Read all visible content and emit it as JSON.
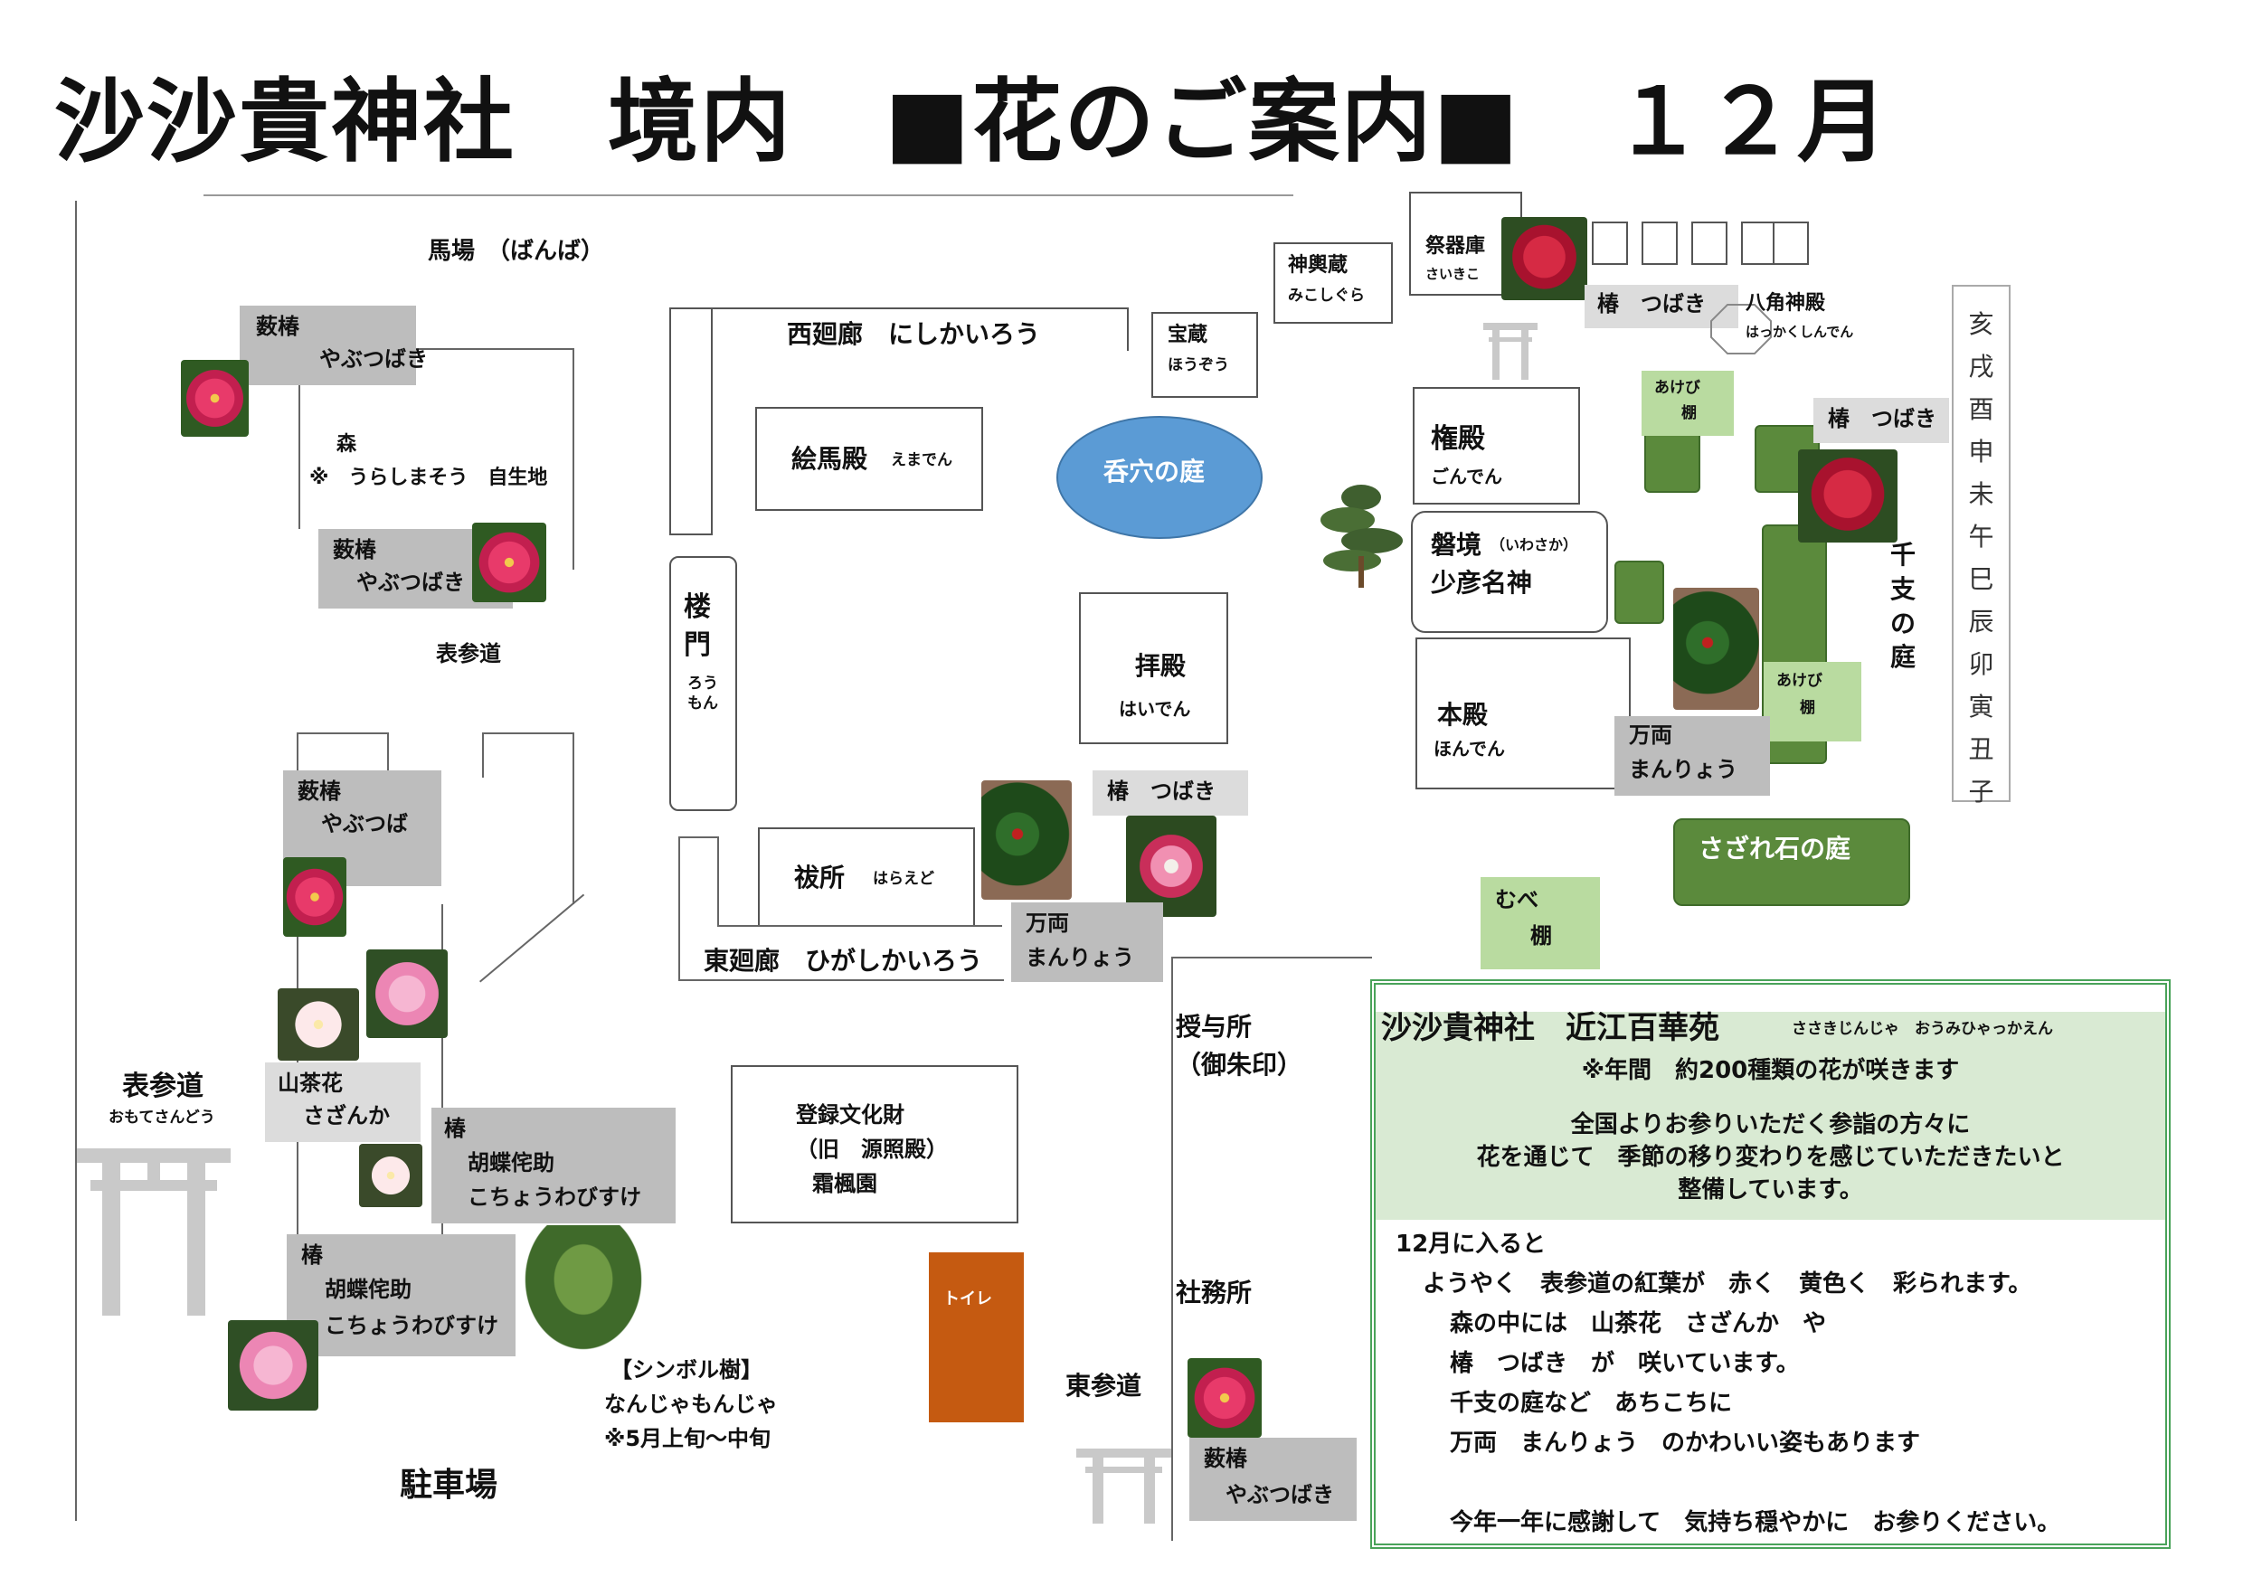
{
  "title": {
    "main": "沙沙貴神社　境内　■花のご案内■　１２月"
  },
  "areas": {
    "baba": "馬場　（ばんば）",
    "mori_line1": "森",
    "mori_line2": "※　うらしまそう　自生地",
    "omotesando_upper": "表参道",
    "omotesando_lower": "表参道",
    "omotesando_lower_kana": "おもてさんどう",
    "chushajo": "駐車場",
    "higashisando": "東参道",
    "juyosho_line1": "授与所",
    "juyosho_line2": "（御朱印）",
    "shamusho": "社務所",
    "toilet": "トイレ"
  },
  "buildings": {
    "nishi_kairo": "西廻廊　にしかいろう",
    "higashi_kairo": "東廻廊　ひがしかいろう",
    "emaden": "絵馬殿",
    "emaden_kana": "えまでん",
    "haraedo": "祓所",
    "haraedo_kana": "はらえど",
    "romon": "楼門",
    "romon_kana": "ろうもん",
    "haiden": "拝殿",
    "haiden_kana": "はいでん",
    "houzou": "宝蔵",
    "houzou_kana": "ほうぞう",
    "mikoshigura": "神輿蔵",
    "mikoshigura_kana": "みこしぐら",
    "saikiko": "祭器庫",
    "saikiko_kana": "さいきこ",
    "hakkaku": "八角神殿",
    "hakkaku_kana": "はっかくしんでん",
    "gonden": "権殿",
    "gonden_kana": "ごんでん",
    "iwasaka": "磐境",
    "iwasaka_kana": "（いわさか）",
    "sukunahiko": "少彦名神",
    "honden": "本殿",
    "honden_kana": "ほんでん",
    "heritage_line1": "登録文化財",
    "heritage_line2": "（旧　源照殿）",
    "heritage_line3": "霜楓園",
    "donketsu": "呑穴の庭",
    "sazareishi": "さざれ石の庭",
    "eto_garden": "千支の庭",
    "akebi1": "あけび",
    "akebi1_b": "棚",
    "akebi2": "あけび",
    "akebi2_b": "棚",
    "mube": "むべ",
    "mube_b": "棚"
  },
  "zodiac": [
    "亥",
    "戌",
    "酉",
    "申",
    "未",
    "午",
    "巳",
    "辰",
    "卯",
    "寅",
    "丑",
    "子"
  ],
  "flowers": {
    "yabu1": {
      "name": "薮椿",
      "kana": "やぶつばき"
    },
    "yabu2": {
      "name": "薮椿",
      "kana": "やぶつばき"
    },
    "yabu3": {
      "name": "薮椿",
      "kana": "やぶつば"
    },
    "yabu4": {
      "name": "薮椿",
      "kana": "やぶつばき"
    },
    "sazanka": {
      "name": "山茶花",
      "kana": "さざんか"
    },
    "kocho1": {
      "name": "椿",
      "line2": "胡蝶侘助",
      "kana": "こちょうわびすけ"
    },
    "kocho2": {
      "name": "椿",
      "line2": "胡蝶侘助",
      "kana": "こちょうわびすけ"
    },
    "tsubaki1": "椿　つばき",
    "tsubaki2": "椿　つばき",
    "tsubaki3": "椿　つばき",
    "manryo1": {
      "name": "万両",
      "kana": "まんりょう"
    },
    "manryo2": {
      "name": "万両",
      "kana": "まんりょう"
    }
  },
  "symbol_tree": {
    "line1": "【シンボル樹】",
    "line2": "なんじゃもんじゃ",
    "line3": "※5月上旬～中旬"
  },
  "info": {
    "heading": "沙沙貴神社　近江百華苑",
    "heading_kana": "ささきじんじゃ　おうみひゃっかえん",
    "line1": "※年間　約200種類の花が咲きます",
    "line2": "全国よりお参りいただく参詣の方々に",
    "line3": "花を通じて　季節の移り変わりを感じていただきたいと",
    "line4": "整備しています。",
    "body": [
      "12月に入ると",
      "ようやく　表参道の紅葉が　赤く　黄色く　彩られます。",
      "森の中には　山茶花　さざんか　や",
      "椿　つばき　が　咲いています。",
      "千支の庭など　あちこちに",
      "万両　まんりょう　のかわいい姿もあります",
      "",
      "今年一年に感謝して　気持ち穏やかに　お参りください。"
    ]
  },
  "colors": {
    "dark_green": "#5b8a3c",
    "light_green": "#b9dba0",
    "pond_blue": "#5b9bd5",
    "toilet_orange": "#c55a11",
    "label_gray": "#bdbdbd",
    "info_green": "#d9ead3"
  }
}
